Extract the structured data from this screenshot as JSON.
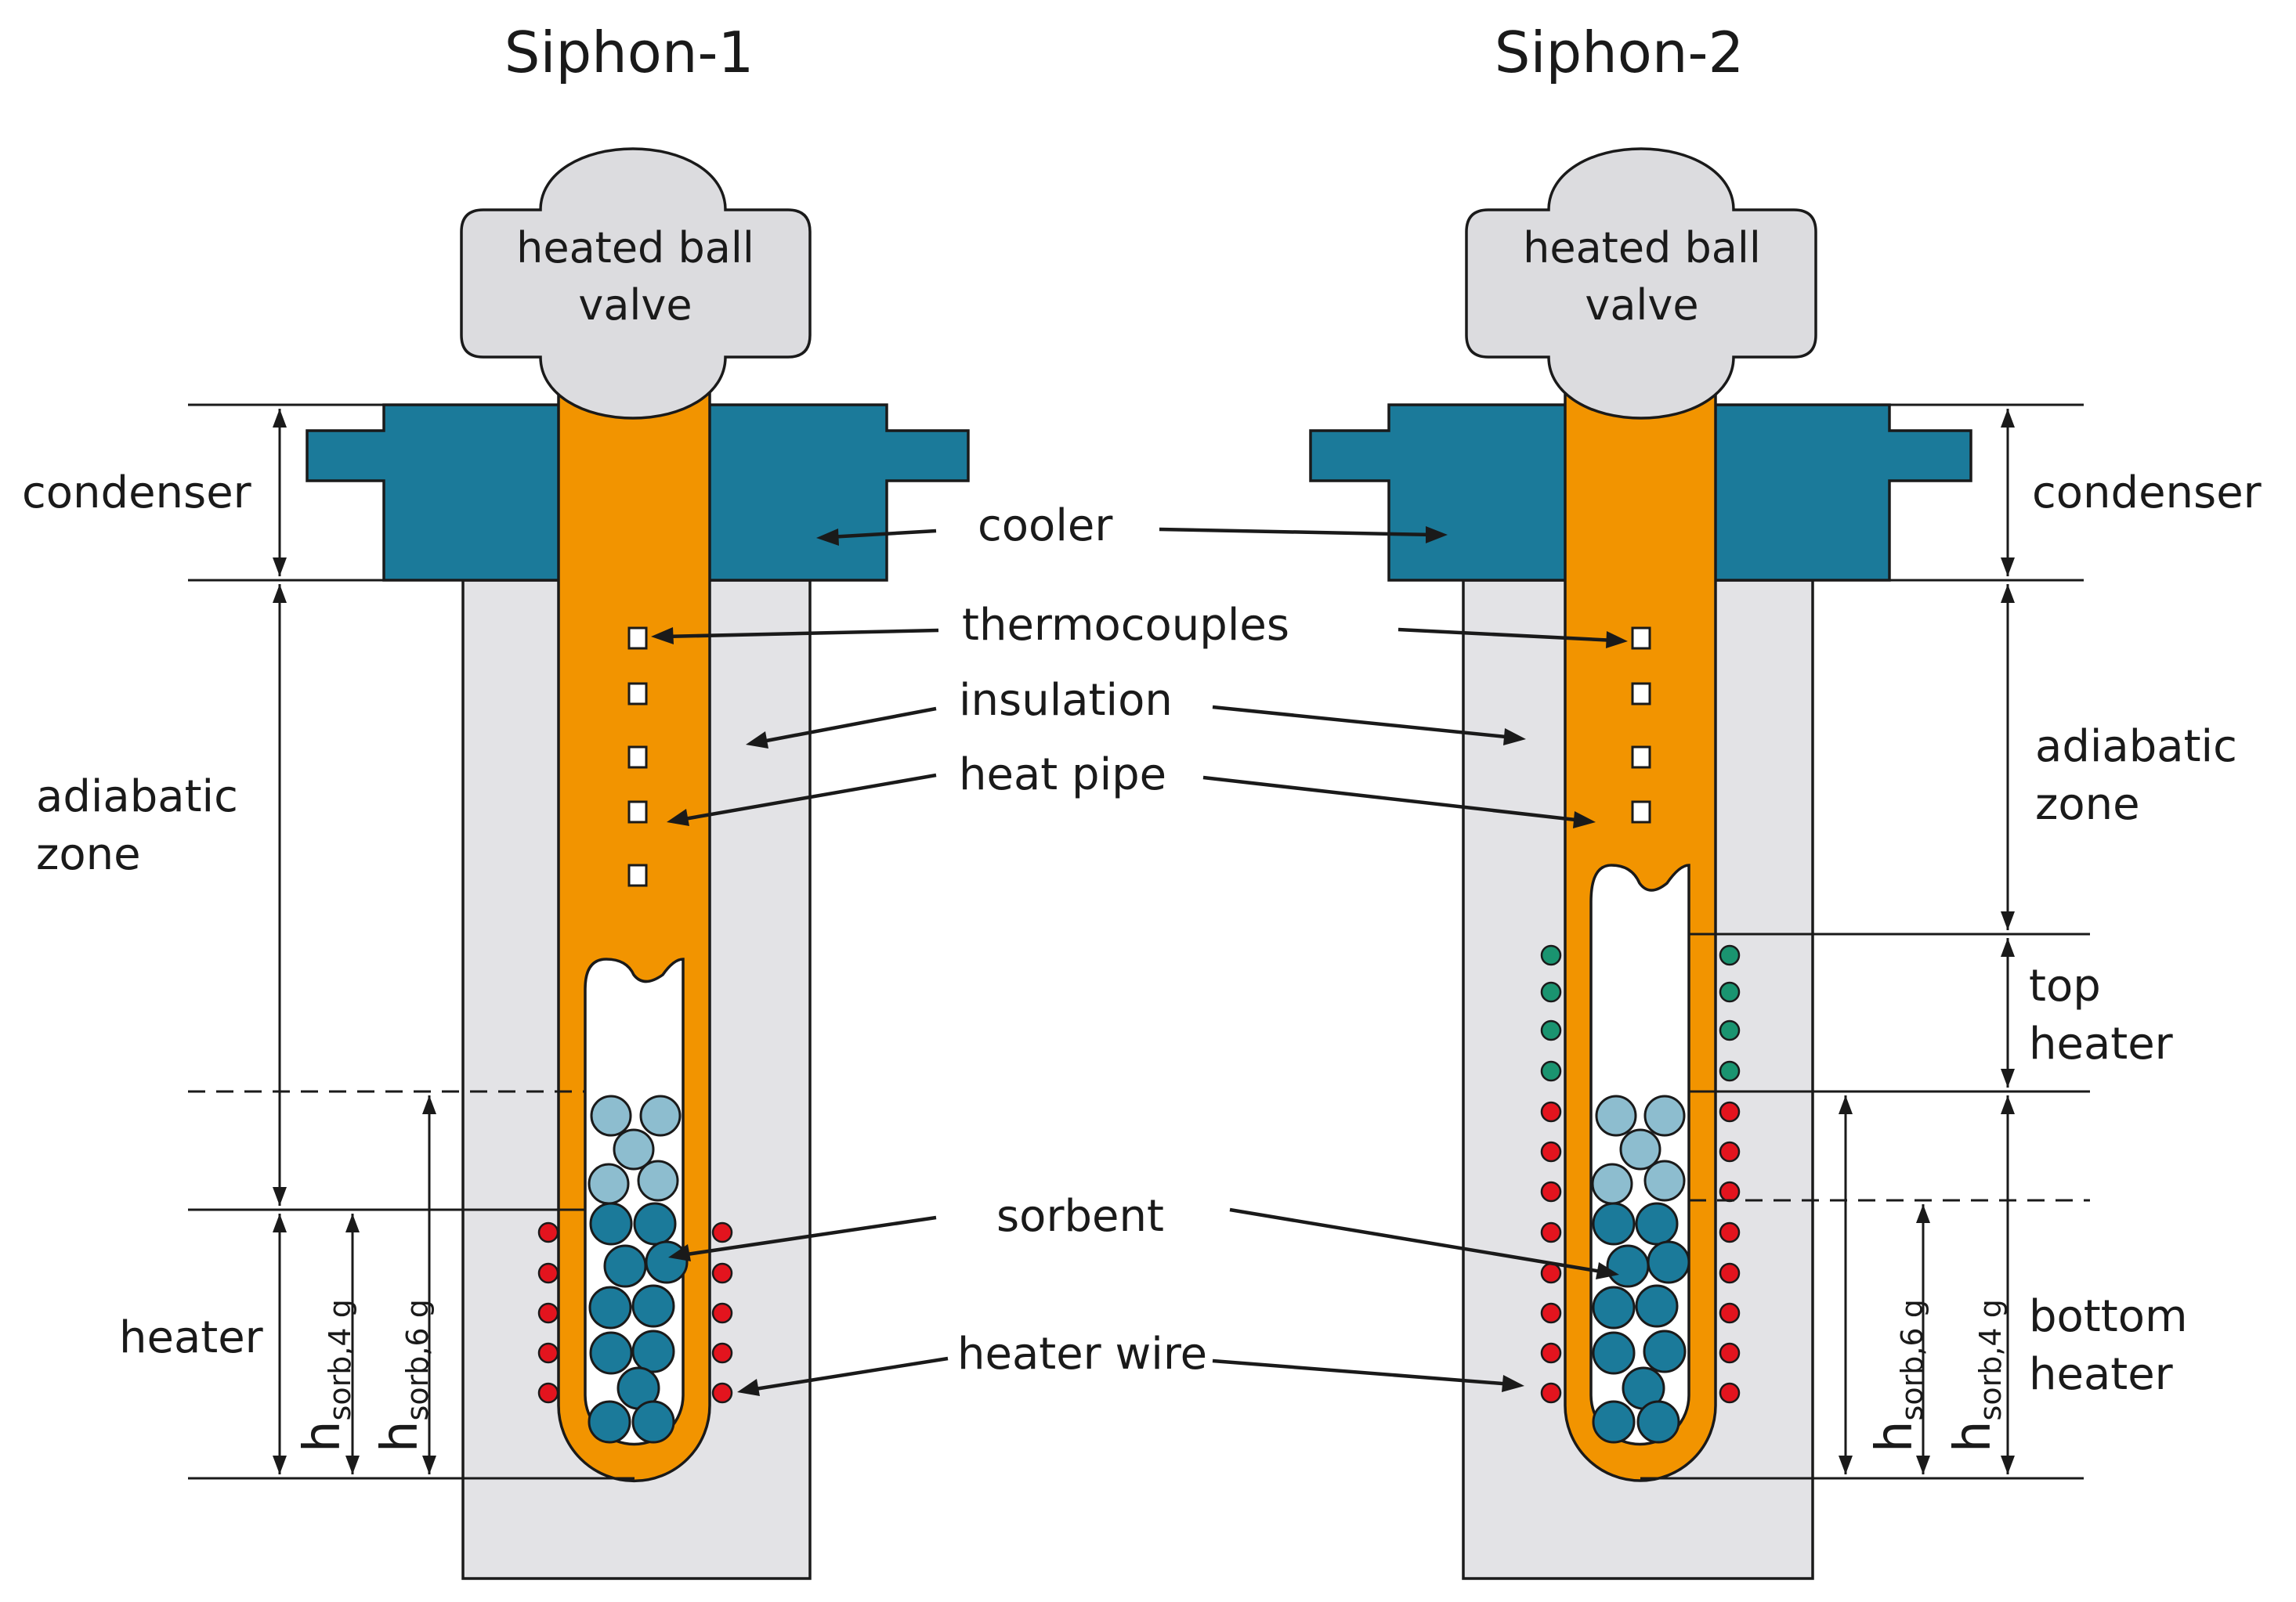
{
  "titles": {
    "left": "Siphon-1",
    "right": "Siphon-2"
  },
  "valve": {
    "line1": "heated ball",
    "line2": "valve"
  },
  "center_labels": {
    "cooler": "cooler",
    "thermocouples": "thermocouples",
    "insulation": "insulation",
    "heat_pipe": "heat pipe",
    "sorbent": "sorbent",
    "heater_wire": "heater wire"
  },
  "left_zones": {
    "condenser": "condenser",
    "adiabatic_1": "adiabatic",
    "adiabatic_2": "zone",
    "heater": "heater"
  },
  "right_zones": {
    "condenser": "condenser",
    "adiabatic_1": "adiabatic",
    "adiabatic_2": "zone",
    "top_heater_1": "top",
    "top_heater_2": "heater",
    "bottom_heater_1": "bottom",
    "bottom_heater_2": "heater"
  },
  "dimensions": {
    "h_main": "h",
    "sorb_4": "sorb,4 g",
    "sorb_6": "sorb,6 g"
  },
  "colors": {
    "cooler": "#1b7a9a",
    "heat_pipe": "#f29400",
    "insulation": "#e3e3e6",
    "valve": "#dcdcdf",
    "sorbent_dark": "#1b7a9a",
    "sorbent_light": "#8dbdcf",
    "wire_red": "#e3141e",
    "wire_green": "#1a9470"
  }
}
